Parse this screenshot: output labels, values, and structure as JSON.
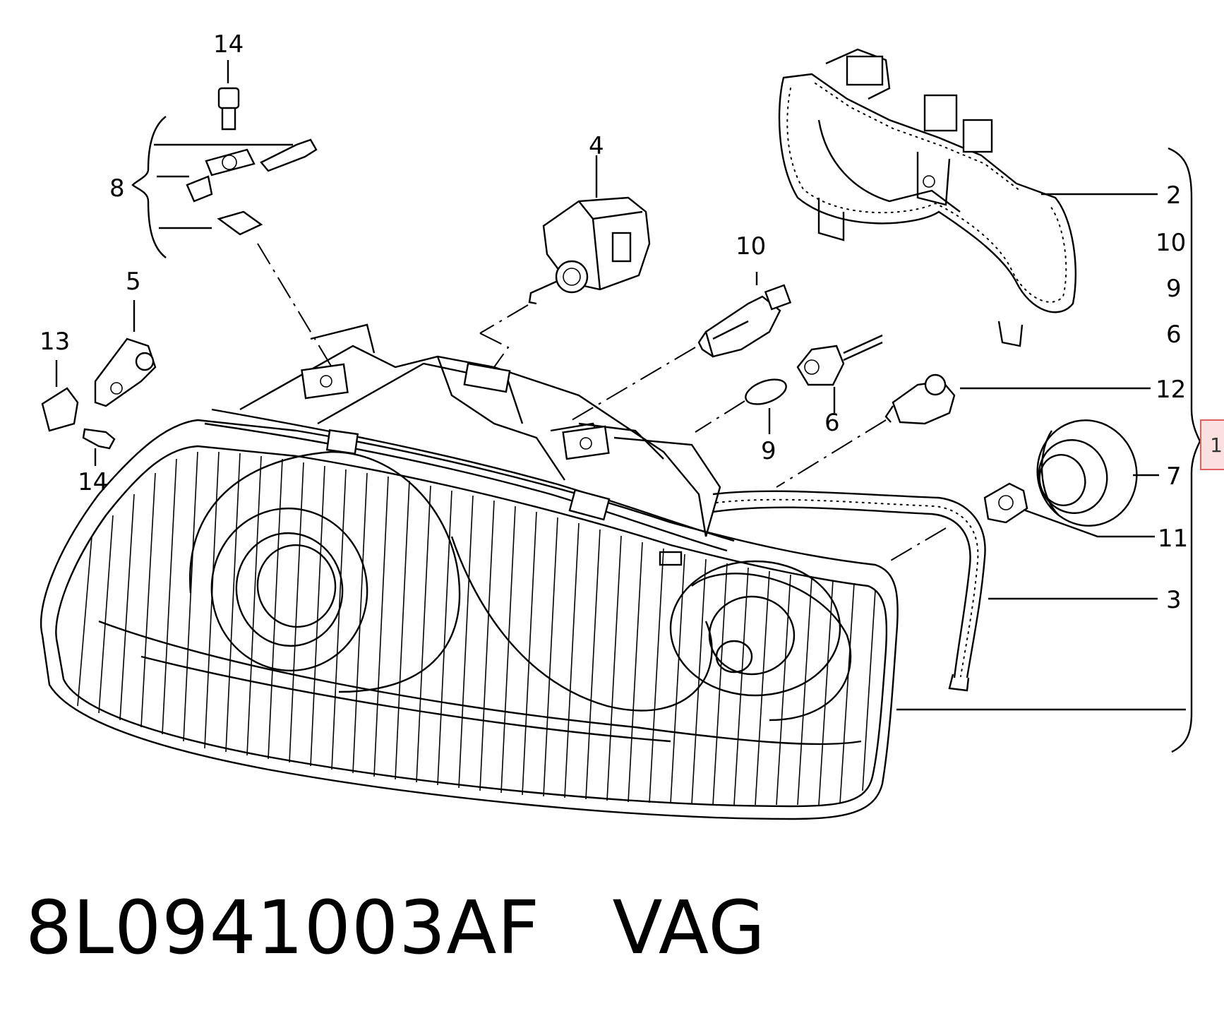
{
  "callouts": {
    "c14_top": "14",
    "c8": "8",
    "c4": "4",
    "c5": "5",
    "c13": "13",
    "c14_left": "14",
    "c10_mid": "10",
    "c9_mid": "9",
    "c6_mid": "6",
    "c2": "2",
    "c10_right": "10",
    "c9_right": "9",
    "c6_right": "6",
    "c12": "12",
    "c7": "7",
    "c11": "11",
    "c3": "3"
  },
  "page_tab": "1",
  "caption": {
    "part_number": "8L0941003AF",
    "brand": "VAG"
  }
}
